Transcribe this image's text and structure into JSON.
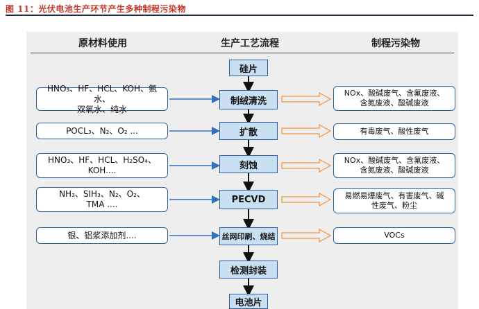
{
  "caption": "图 11：光伏电池生产环节产生多种制程污染物",
  "headers": {
    "materials": "原材料使用",
    "process": "生产工艺流程",
    "pollutants": "制程污染物"
  },
  "process_steps": [
    "硅片",
    "制绒清洗",
    "扩散",
    "刻蚀",
    "PECVD",
    "丝网印刷、烧结",
    "检测封装",
    "电池片"
  ],
  "materials": [
    {
      "line1": "HNO₃、HF、HCL、KOH、氨水、",
      "line2": "双氧水、纯水"
    },
    {
      "line1": "POCL₃、N₂、O₂ ...",
      "line2": ""
    },
    {
      "line1": "HNO₃、HF、HCL、H₂SO₄、",
      "line2": "KOH...."
    },
    {
      "line1": "NH₃、SIH₃、N₂、O₂、",
      "line2": "TMA ...."
    },
    {
      "line1": "银、铝浆添加剂....",
      "line2": ""
    }
  ],
  "pollutants": [
    {
      "line1": "NOx、酸碱废气、含氟废液、",
      "line2": "含氮废液、酸碱废液"
    },
    {
      "line1": "有毒废气、酸性废气",
      "line2": ""
    },
    {
      "line1": "NOx、酸碱废气、含氟废液、",
      "line2": "含氮废液、酸碱废液"
    },
    {
      "line1": "易燃易爆废气、有害废气、碱",
      "line2": "性废气、粉尘"
    },
    {
      "line1": "VOCs",
      "line2": ""
    }
  ],
  "colors": {
    "process_fill": "#c9dff2",
    "border": "#2e5f99",
    "arrow_blue": "#2e6fc0",
    "arrow_orange": "#f0a15a",
    "caption": "#c0392b"
  }
}
